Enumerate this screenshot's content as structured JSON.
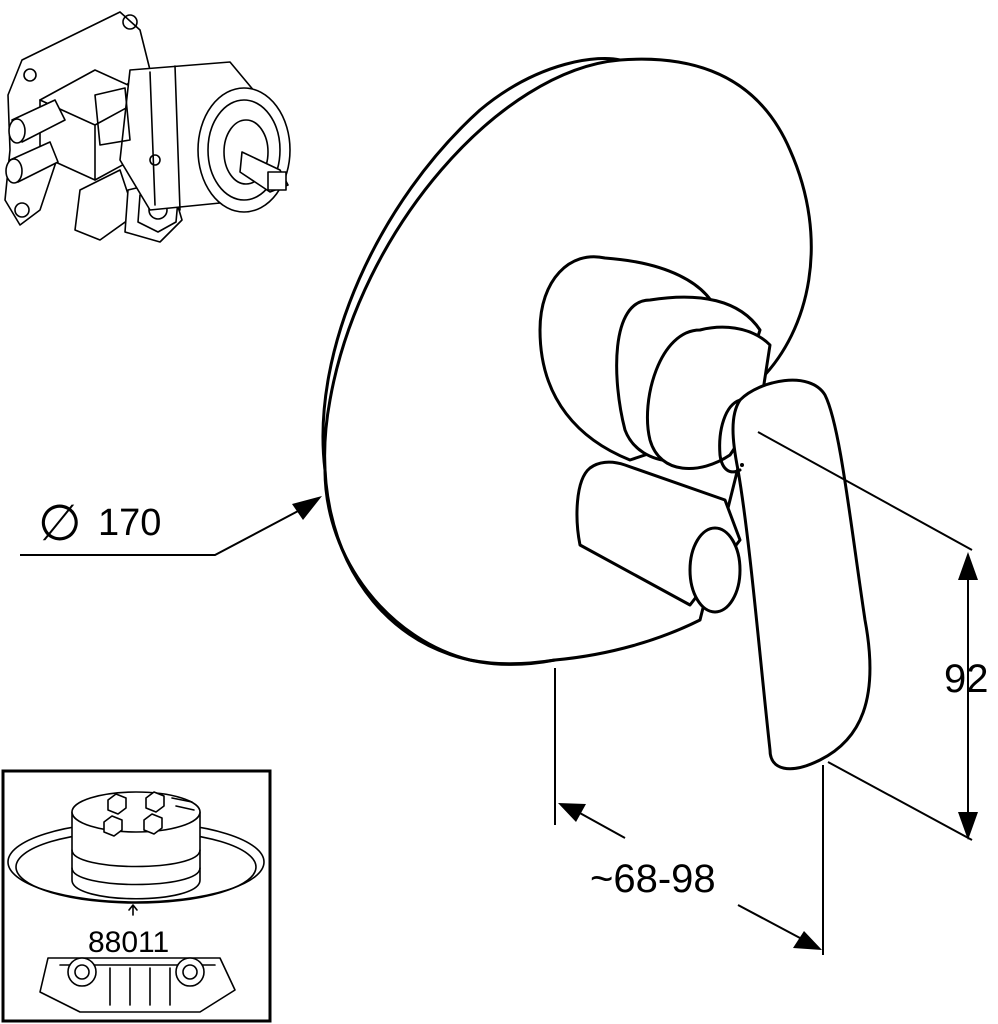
{
  "dimensions": {
    "diameter_symbol": "∅",
    "diameter_value": "170",
    "height_value": "92",
    "depth_value": "~68-98"
  },
  "inset": {
    "part_number": "88011"
  }
}
